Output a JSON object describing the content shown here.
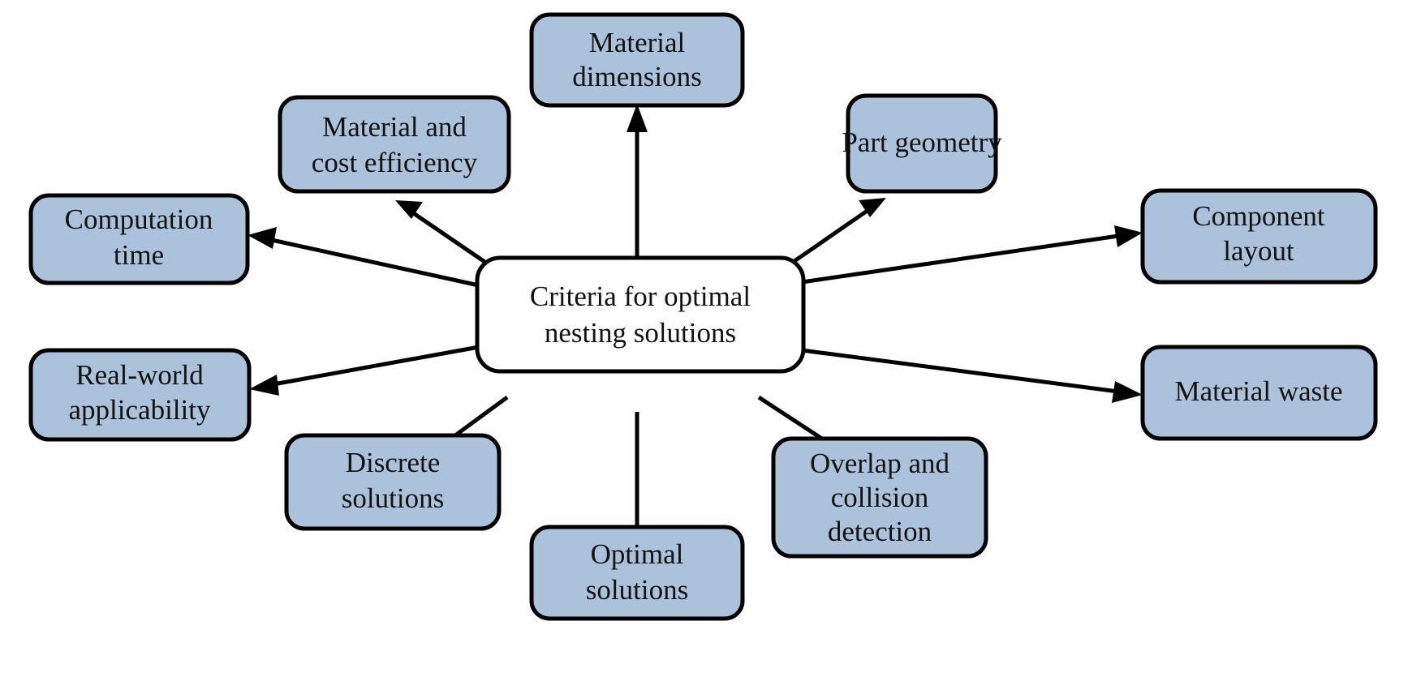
{
  "diagram": {
    "title": "Criteria for optimal nesting solutions",
    "type": "radial-hub-and-spoke",
    "colors": {
      "node_fill": "#abc2da",
      "center_fill": "#ffffff",
      "stroke": "#000000",
      "text": "#121212",
      "background": "#ffffff"
    },
    "center": {
      "id": "center",
      "lines": [
        "Criteria for optimal",
        "nesting solutions"
      ],
      "text": "Criteria for optimal nesting solutions"
    },
    "nodes": [
      {
        "id": "material-dimensions",
        "lines": [
          "Material",
          "dimensions"
        ],
        "text": "Material dimensions",
        "position": "top"
      },
      {
        "id": "material-and-cost-efficiency",
        "lines": [
          "Material and",
          "cost efficiency"
        ],
        "text": "Material and cost efficiency",
        "position": "top-left"
      },
      {
        "id": "part-geometry",
        "lines": [
          "Part geometry"
        ],
        "text": "Part geometry",
        "position": "top-right"
      },
      {
        "id": "computation-time",
        "lines": [
          "Computation",
          "time"
        ],
        "text": "Computation time",
        "position": "left"
      },
      {
        "id": "component-layout",
        "lines": [
          "Component",
          "layout"
        ],
        "text": "Component layout",
        "position": "right"
      },
      {
        "id": "real-world-applicability",
        "lines": [
          "Real-world",
          "applicability"
        ],
        "text": "Real-world applicability",
        "position": "lower-left"
      },
      {
        "id": "material-waste",
        "lines": [
          "Material waste"
        ],
        "text": "Material waste",
        "position": "lower-right"
      },
      {
        "id": "discrete-solutions",
        "lines": [
          "Discrete",
          "solutions"
        ],
        "text": "Discrete solutions",
        "position": "bottom-left"
      },
      {
        "id": "optimal-solutions",
        "lines": [
          "Optimal",
          "solutions"
        ],
        "text": "Optimal solutions",
        "position": "bottom"
      },
      {
        "id": "overlap-and-collision-detection",
        "lines": [
          "Overlap and",
          "collision",
          "detection"
        ],
        "text": "Overlap and collision detection",
        "position": "bottom-right"
      }
    ],
    "edges": [
      {
        "from": "center",
        "to": "material-dimensions"
      },
      {
        "from": "center",
        "to": "material-and-cost-efficiency"
      },
      {
        "from": "center",
        "to": "part-geometry"
      },
      {
        "from": "center",
        "to": "computation-time"
      },
      {
        "from": "center",
        "to": "component-layout"
      },
      {
        "from": "center",
        "to": "real-world-applicability"
      },
      {
        "from": "center",
        "to": "material-waste"
      },
      {
        "from": "center",
        "to": "discrete-solutions"
      },
      {
        "from": "center",
        "to": "optimal-solutions"
      },
      {
        "from": "center",
        "to": "overlap-and-collision-detection"
      }
    ]
  }
}
